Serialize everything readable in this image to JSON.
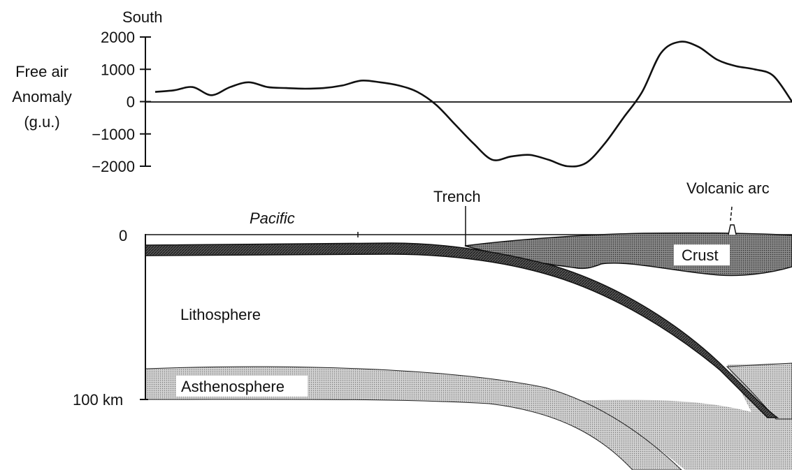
{
  "gravity_profile": {
    "direction_label": "South",
    "y_axis_label_lines": [
      "Free air",
      "Anomaly",
      "(g.u.)"
    ],
    "y_ticks": [
      2000,
      1000,
      0,
      -1000,
      -2000
    ],
    "y_tick_labels": [
      "2000",
      "1000",
      "0",
      "−1000",
      "−2000"
    ],
    "ylim": [
      -2000,
      2000
    ],
    "line_color": "#111111",
    "anomaly_curve": {
      "description_points_order": "south to north along section",
      "values": [
        300,
        350,
        450,
        200,
        450,
        600,
        450,
        420,
        400,
        420,
        500,
        650,
        600,
        500,
        300,
        -100,
        -700,
        -1300,
        -1800,
        -1700,
        -1650,
        -1800,
        -2000,
        -1900,
        -1300,
        -500,
        300,
        1500,
        1850,
        1700,
        1300,
        1100,
        1000,
        800,
        0
      ]
    }
  },
  "cross_section": {
    "region_label": "Pacific",
    "trench_label": "Trench",
    "volcanic_arc_label": "Volcanic arc",
    "crust_label": "Crust",
    "lithosphere_label": "Lithosphere",
    "asthenosphere_label": "Asthenosphere",
    "depth_ticks": [
      "0",
      "100 km"
    ],
    "colors": {
      "slab": "#3a3a3a",
      "crust": "#6a6a6a",
      "asthenosphere": "#c8c8c8",
      "outline": "#111111"
    }
  }
}
